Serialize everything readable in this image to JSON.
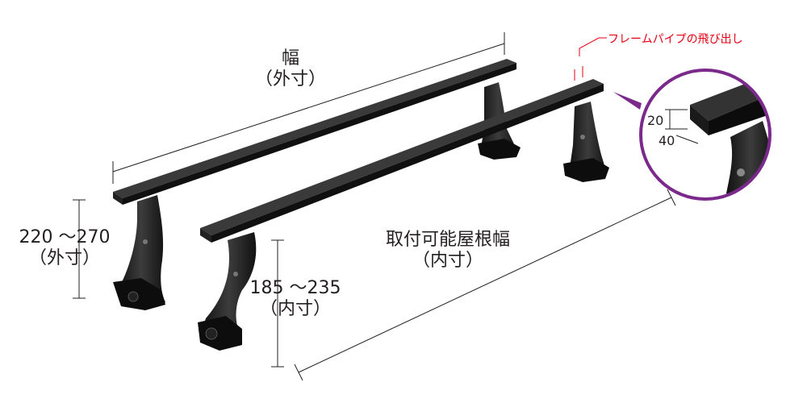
{
  "labels": {
    "width_outer": {
      "title": "幅",
      "sub": "（外寸）"
    },
    "height_outer": {
      "value": "220 ～270",
      "sub": "（外寸）"
    },
    "height_inner": {
      "value": "185 ～235",
      "sub": "（内寸）"
    },
    "roof_width": {
      "title": "取付可能屋根幅",
      "sub": "（内寸）"
    },
    "pipe_protrusion": "フレームパイプの飛び出し",
    "detail_height": "20",
    "detail_width": "40"
  },
  "colors": {
    "bar": "#1a1a1a",
    "dimension_line": "#231f20",
    "callout_line": "#e60012",
    "detail_circle": "#7b2a8c"
  }
}
